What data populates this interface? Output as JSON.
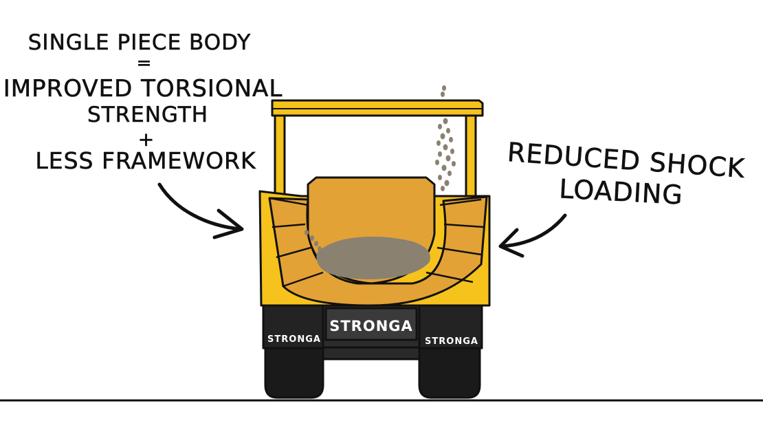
{
  "annotations": {
    "left": {
      "lines": [
        "SINGLE PIECE BODY",
        "=",
        "IMPROVED TORSIONAL",
        "STRENGTH",
        "+",
        "LESS FRAMEWORK"
      ]
    },
    "right": {
      "lines": [
        "REDUCED SHOCK",
        "LOADING"
      ]
    }
  },
  "branding": {
    "center_plate": "STRONGA",
    "left_mudflap": "STRONGA",
    "right_mudflap": "STRONGA"
  },
  "colors": {
    "body_yellow": "#f6c21c",
    "tub_orange": "#e3a236",
    "load_grey": "#8a8170",
    "tyre_black": "#1a1a1a",
    "light_red": "#e0262b",
    "outline": "#111111"
  }
}
